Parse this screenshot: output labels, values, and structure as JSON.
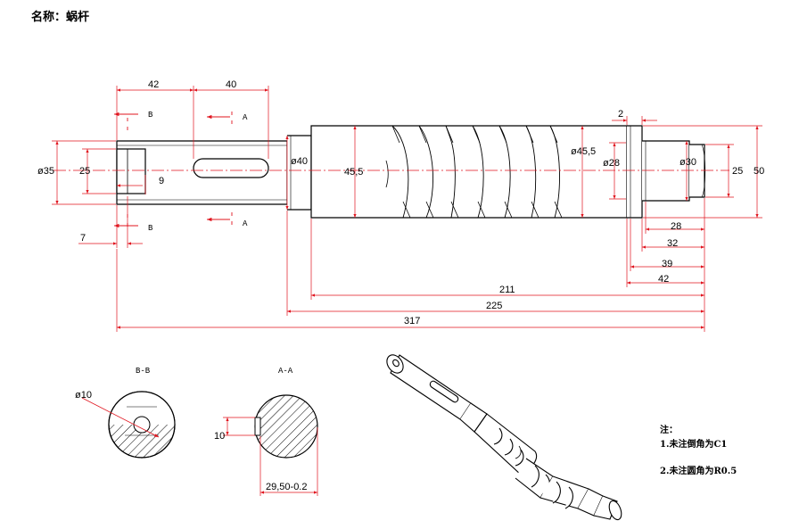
{
  "header": {
    "title": "名称：蜗杆"
  },
  "dimensions": {
    "d42_top": "42",
    "d40_top": "40",
    "d2": "2",
    "d35": "ø35",
    "d25_left": "25",
    "d9": "9",
    "d7": "7",
    "d40_shaft": "ø40",
    "d45_5_mid": "45,5",
    "d45_5_dia": "ø45,5",
    "d28_dia": "ø28",
    "d30": "ø30",
    "d25_right": "25",
    "d50": "50",
    "d28": "28",
    "d32": "32",
    "d39": "39",
    "d42_bottom": "42",
    "d211": "211",
    "d225": "225",
    "d317": "317"
  },
  "section_marks": {
    "b_top": "B",
    "a_top": "A",
    "b_bottom": "B",
    "a_bottom": "A"
  },
  "section_views": {
    "bb_label": "B-B",
    "aa_label": "A-A",
    "hole_dia": "ø10",
    "key_depth": "10",
    "key_width": "29,50-0.2"
  },
  "notes": {
    "heading": "注：",
    "line1": "1.未注倒角为C1",
    "line2": "2.未注圆角为R0.5"
  },
  "colors": {
    "outline": "#000000",
    "dimension": "#e0141e",
    "centerline": "#e0141e"
  }
}
